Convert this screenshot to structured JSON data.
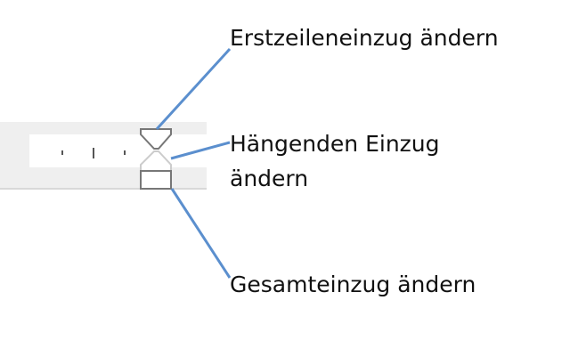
{
  "labels": {
    "first_line_indent": "Erstzeileneinzug ändern",
    "hanging_indent_line1": "Hängenden Einzug",
    "hanging_indent_line2": "ändern",
    "left_indent": "Gesamteinzug ändern"
  },
  "colors": {
    "callout": "#5b8fce",
    "ruler_bg": "#efefef",
    "marker": "#707070"
  }
}
